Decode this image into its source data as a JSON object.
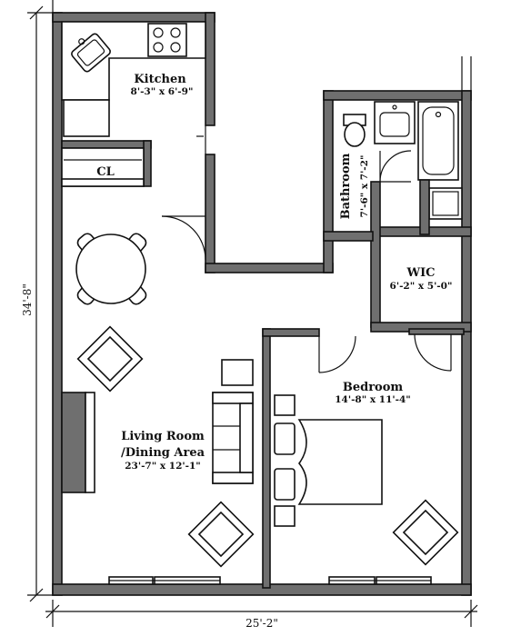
{
  "dimensions": {
    "total_height": "34'-8\"",
    "total_width": "25'-2\""
  },
  "rooms": {
    "kitchen": {
      "name": "Kitchen",
      "size": "8'-3\" x 6'-9\""
    },
    "closet": {
      "name": "CL"
    },
    "bathroom": {
      "name": "Bathroom",
      "size": "7'-6\" x 7'-2\""
    },
    "wic": {
      "name": "WIC",
      "size": "6'-2\" x 5'-0\""
    },
    "bedroom": {
      "name": "Bedroom",
      "size": "14'-8\" x 11'-4\""
    },
    "living": {
      "name_line1": "Living Room",
      "name_line2": "/Dining Area",
      "size": "23'-7\" x 12'-1\""
    }
  }
}
